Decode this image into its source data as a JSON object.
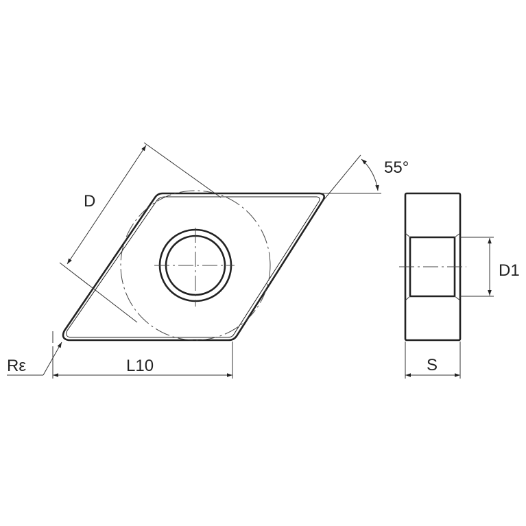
{
  "labels": {
    "d": "D",
    "angle": "55°",
    "d1": "D1",
    "r_epsilon": "Rε",
    "l10": "L10",
    "s": "S"
  },
  "colors": {
    "line": "#222222",
    "background": "#ffffff"
  }
}
